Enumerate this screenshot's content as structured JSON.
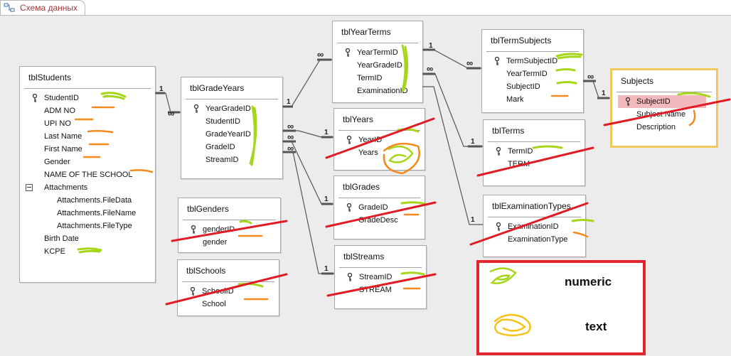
{
  "tab": {
    "label": "Схема данных",
    "icon": "relationships-icon"
  },
  "tables": {
    "students": {
      "title": "tblStudents",
      "fields": [
        "StudentID",
        "ADM NO",
        "UPI NO",
        "Last Name",
        "First Name",
        "Gender",
        "NAME OF THE SCHOOL",
        "Attachments",
        "Attachments.FileData",
        "Attachments.FileName",
        "Attachments.FileType",
        "Birth Date",
        "KCPE"
      ]
    },
    "gradeyears": {
      "title": "tblGradeYears",
      "fields": [
        "YearGradeID",
        "StudentID",
        "GradeYearID",
        "GradeID",
        "StreamID"
      ]
    },
    "genders": {
      "title": "tblGenders",
      "fields": [
        "genderID",
        "gender"
      ]
    },
    "schools": {
      "title": "tblSchools",
      "fields": [
        "SchoolID",
        "School"
      ]
    },
    "yearterms": {
      "title": "tblYearTerms",
      "fields": [
        "YearTermID",
        "YearGradeID",
        "TermID",
        "ExaminationID"
      ]
    },
    "years": {
      "title": "tblYears",
      "fields": [
        "YearID",
        "Years"
      ]
    },
    "grades": {
      "title": "tblGrades",
      "fields": [
        "GradeID",
        "GradeDesc"
      ]
    },
    "streams": {
      "title": "tblStreams",
      "fields": [
        "StreamID",
        "STREAM"
      ]
    },
    "termsubjects": {
      "title": "tblTermSubjects",
      "fields": [
        "TermSubjectID",
        "YearTermID",
        "SubjectID",
        "Mark"
      ]
    },
    "terms": {
      "title": "tblTerms",
      "fields": [
        "TermID",
        "TERM"
      ]
    },
    "examtypes": {
      "title": "tblExaminationTypes",
      "fields": [
        "ExaminationID",
        "ExaminationType"
      ]
    },
    "subjects": {
      "title": "Subjects",
      "fields": [
        "SubjectID",
        "Subject Name",
        "Description"
      ]
    }
  },
  "relationships": {
    "one": "1",
    "many": "∞"
  },
  "legend": {
    "numeric": "numeric",
    "text": "text"
  },
  "colors": {
    "numeric_mark": "#a6d619",
    "text_mark": "#f28a1c",
    "strike": "#e01b24",
    "legend_border": "#e1252f",
    "yellow_mark": "#f5c21a",
    "selected_field": "#f2b9bd"
  }
}
